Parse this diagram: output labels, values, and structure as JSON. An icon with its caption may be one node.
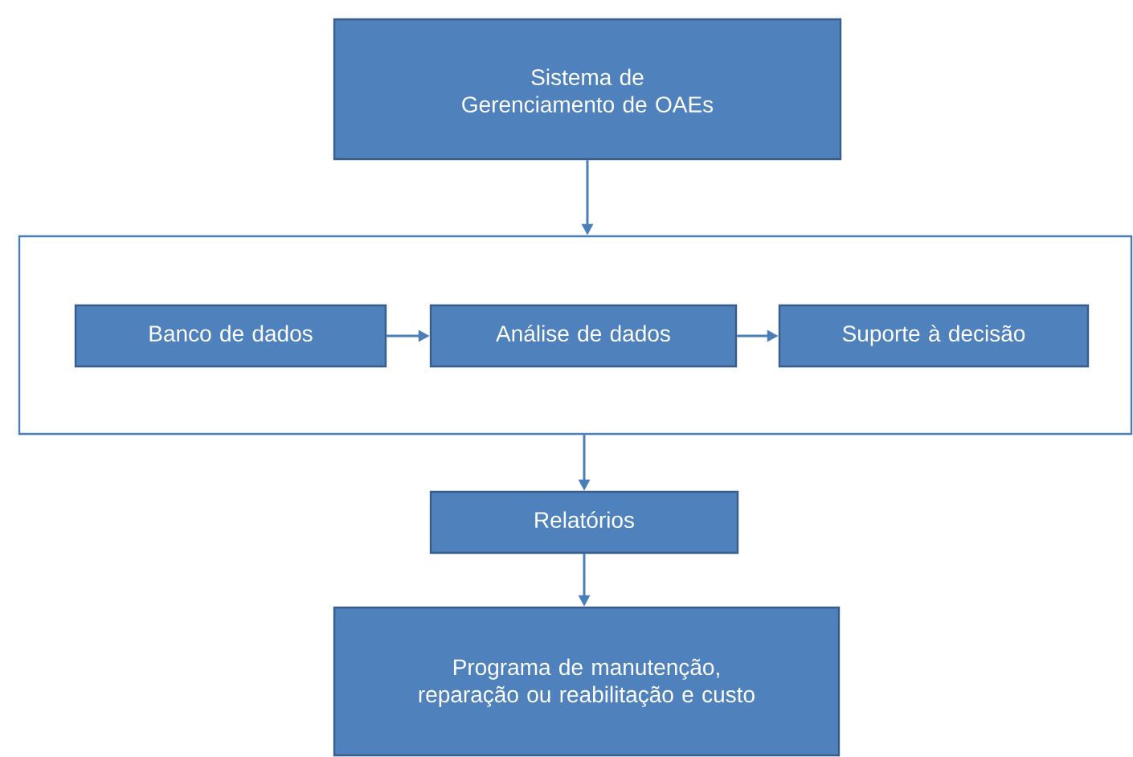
{
  "diagram": {
    "nodes": [
      {
        "text": [
          "Sistema de Gerenciamento de OAEs"
        ]
      },
      {
        "text": [],
        "shape": "box"
      },
      {
        "text": [
          "Banco de dados"
        ],
        "in": 1
      },
      {
        "text": [
          "Análise de dados"
        ],
        "in": 1
      },
      {
        "text": [
          "Suporte à decisão"
        ],
        "in": 1
      },
      {
        "text": [
          "Relatórios"
        ]
      },
      {
        "text": [
          "Programa de manutenção, reparação ou reabilitação e custo"
        ]
      }
    ],
    "edges": [
      {
        "from": 0,
        "to": 1,
        "arrow": "to"
      },
      {
        "from": 2,
        "to": 3,
        "arrow": "to"
      },
      {
        "from": 3,
        "to": 4,
        "arrow": "to"
      },
      {
        "from": 1,
        "to": 5,
        "arrow": "to"
      },
      {
        "from": 5,
        "to": 6,
        "arrow": "to"
      }
    ]
  }
}
